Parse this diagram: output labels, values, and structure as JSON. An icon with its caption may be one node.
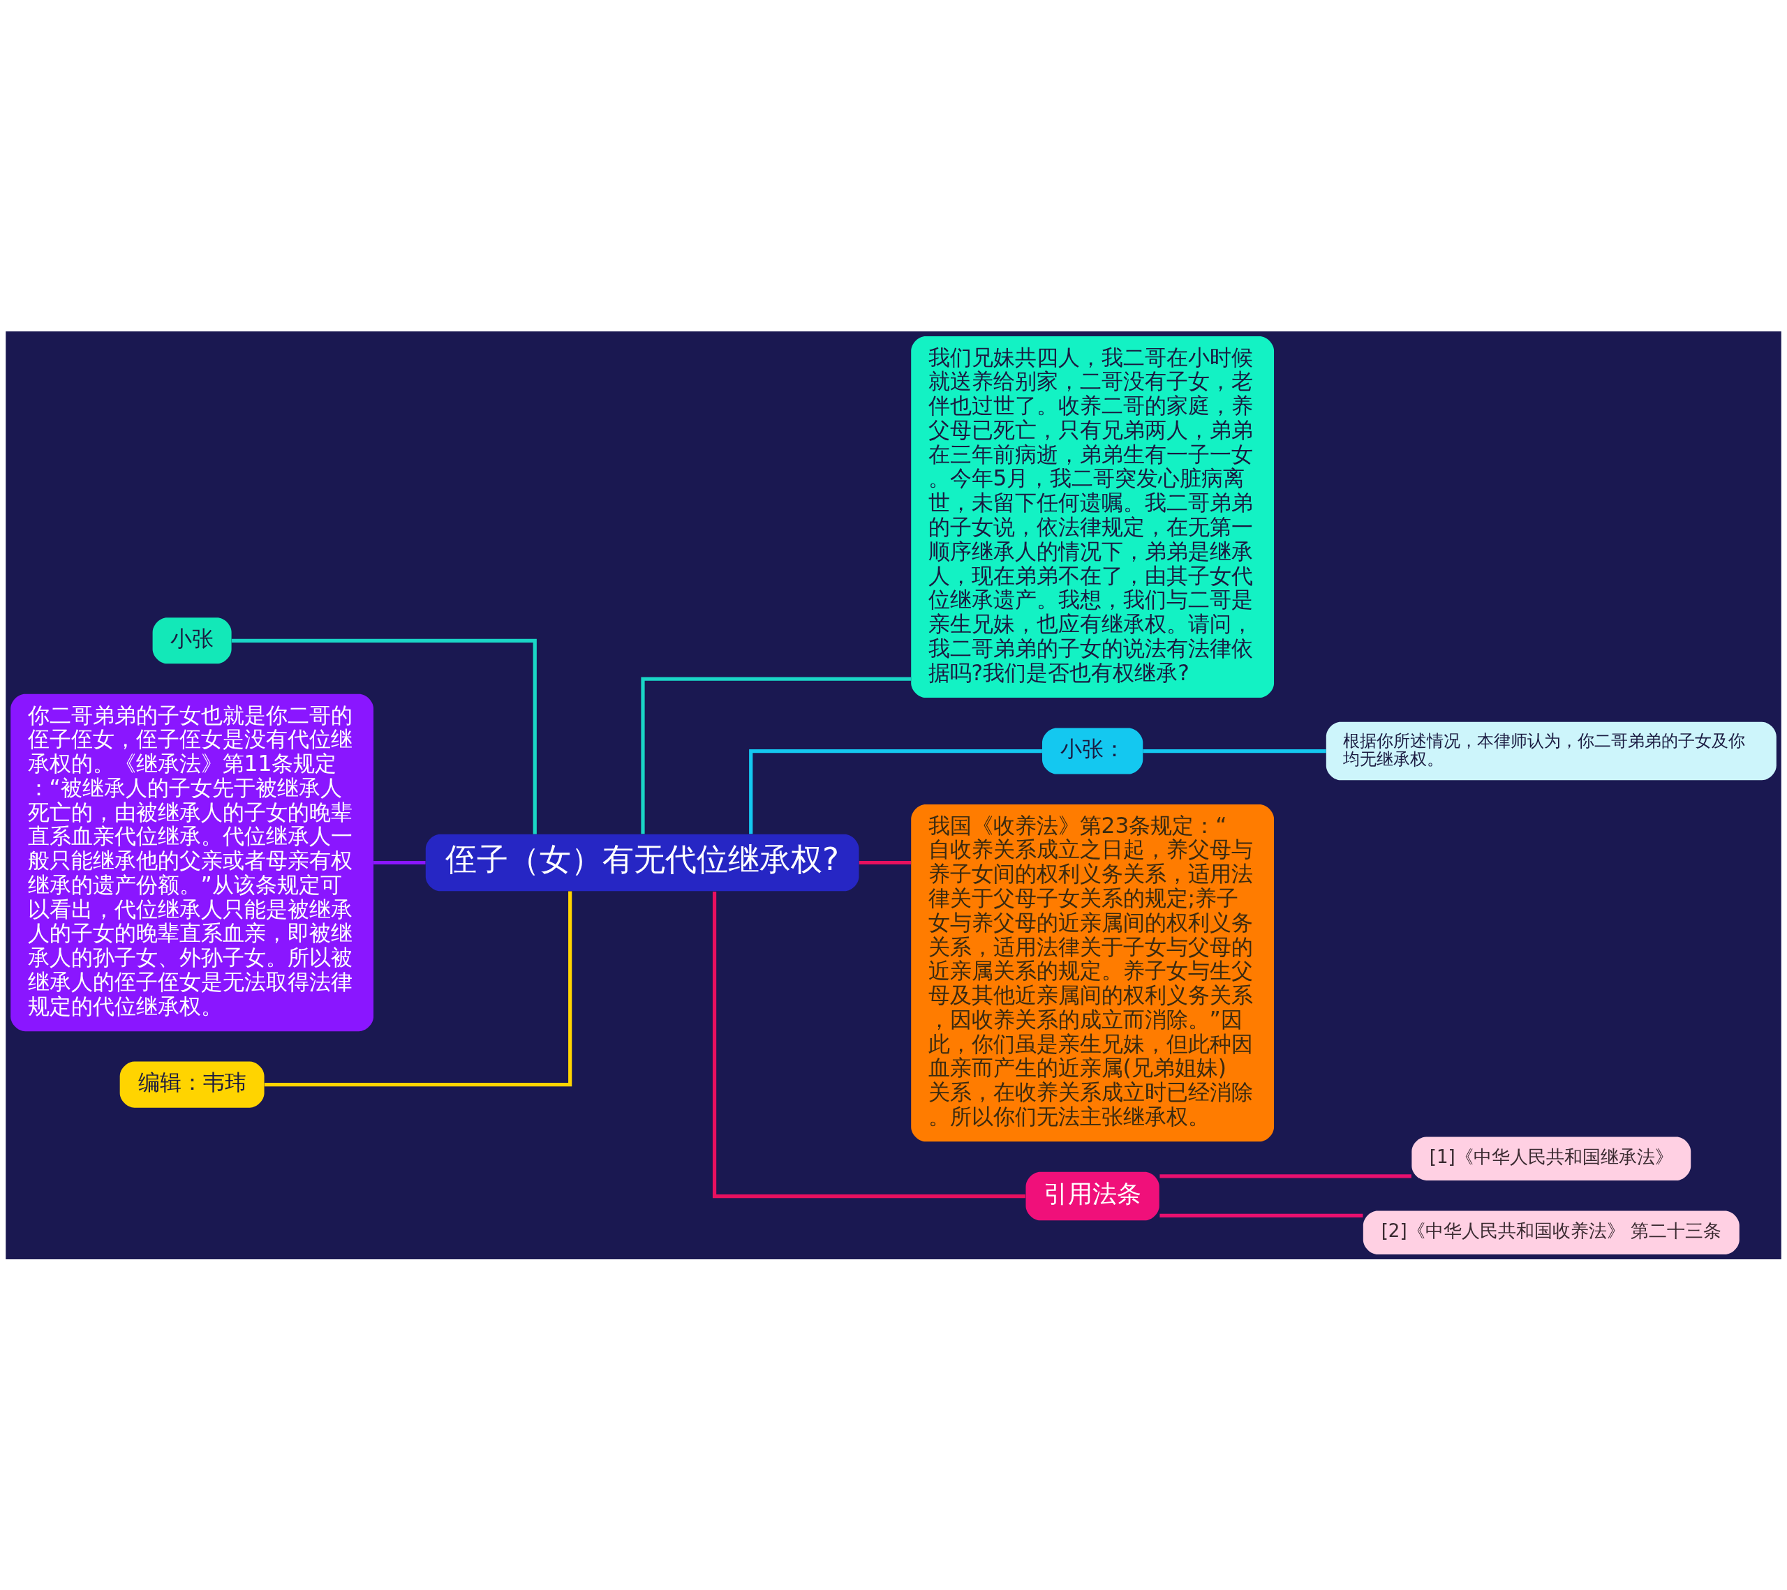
{
  "diagram": {
    "nodes": [
      {
        "text": [
          "侄子（女）有无代位继承权?"
        ]
      },
      {
        "text": [
          "小张"
        ]
      },
      {
        "text": [
          "你二哥弟弟的子女也就是你二哥的侄子侄女，侄子侄女是没有代位继承权的。《继承法》第11条规定：“被继承人的子女先于被继承人死亡的，由被继承人的子女的晚辈直系血亲代位继承。代位继承人一般只能继承他的父亲或者母亲有权继承的遗产份额。”从该条规定可以看出，代位继承人只能是被继承人的子女的晚辈直系血亲，即被继承人的孙子女、外孙子女。所以被继承人的侄子侄女是无法取得法律规定的代位继承权。"
        ]
      },
      {
        "text": [
          "编辑：韦玮"
        ]
      },
      {
        "text": [
          "我们兄妹共四人，我二哥在小时候就送养给别家，二哥没有子女，老伴也过世了。收养二哥的家庭，养父母已死亡，只有兄弟两人，弟弟在三年前病逝，弟弟生有一子一女。今年5月，我二哥突发心脏病离世，未留下任何遗嘱。我二哥弟弟的子女说，依法律规定，在无第一顺序继承人的情况下，弟弟是继承人，现在弟弟不在了，由其子女代位继承遗产。我想，我们与二哥是亲生兄妹，也应有继承权。请问，我二哥弟弟的子女的说法有法律依据吗?我们是否也有权继承?"
        ]
      },
      {
        "text": [
          "小张："
        ]
      },
      {
        "text": [
          "根据你所述情况，本律师认为，你二哥弟弟的子女及你均无继承权。"
        ]
      },
      {
        "text": [
          "我国《收养法》第23条规定：“自收养关系成立之日起，养父母与养子女间的权利义务关系，适用法律关于父母子女关系的规定;养子女与养父母的近亲属间的权利义务关系，适用法律关于子女与父母的近亲属关系的规定。养子女与生父母及其他近亲属间的权利义务关系，因收养关系的成立而消除。”因此，你们虽是亲生兄妹，但此种因血亲而产生的近亲属(兄弟姐妹)关系，在收养关系成立时已经消除。所以你们无法主张继承权。"
        ]
      },
      {
        "text": [
          "引用法条"
        ]
      },
      {
        "text": [
          "[1]《中华人民共和国继承法》"
        ]
      },
      {
        "text": [
          "[2]《中华人民共和国收养法》 第二十三条"
        ]
      }
    ],
    "edges": [
      {
        "from": 0,
        "to": 1,
        "arrow": "none",
        "color": "#1ad6c6"
      },
      {
        "from": 0,
        "to": 2,
        "arrow": "none",
        "color": "#8a16ff"
      },
      {
        "from": 0,
        "to": 3,
        "arrow": "none",
        "color": "#ffd400"
      },
      {
        "from": 0,
        "to": 4,
        "arrow": "none",
        "color": "#1ad6c6"
      },
      {
        "from": 0,
        "to": 5,
        "arrow": "none",
        "color": "#14c8f0"
      },
      {
        "from": 0,
        "to": 7,
        "arrow": "none",
        "color": "#e8105f"
      },
      {
        "from": 0,
        "to": 8,
        "arrow": "none",
        "color": "#e8105f"
      },
      {
        "from": 5,
        "to": 6,
        "arrow": "none",
        "color": "#14c8f0"
      },
      {
        "from": 8,
        "to": 9,
        "arrow": "none",
        "color": "#e8106f"
      },
      {
        "from": 8,
        "to": 10,
        "arrow": "none",
        "color": "#e8106f"
      }
    ]
  }
}
